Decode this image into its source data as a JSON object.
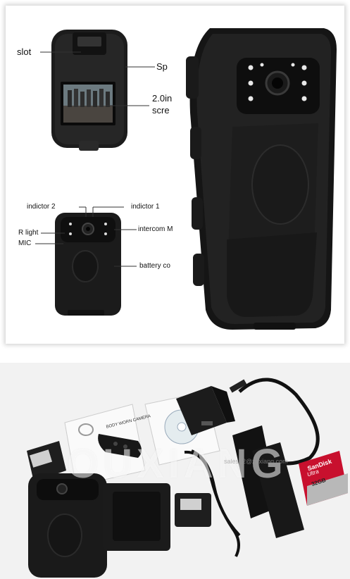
{
  "callouts": {
    "slot": "slot",
    "speaker": "Sp",
    "screen_line1": "2.0in",
    "screen_line2": "scre",
    "indicator2": "indictor 2",
    "indicator1": "indictor 1",
    "ir_light": "R light",
    "mic": "MIC",
    "intercom": "intercom M",
    "battery": "battery co"
  },
  "product_box": {
    "watermark": "OUXIANG",
    "watermark_sub": "sales12@zoxiang.com",
    "manual_title": "BODY WORN CAMERA",
    "sd_brand": "SanDisk",
    "sd_model": "Ultra",
    "sd_capacity": "32GB"
  }
}
